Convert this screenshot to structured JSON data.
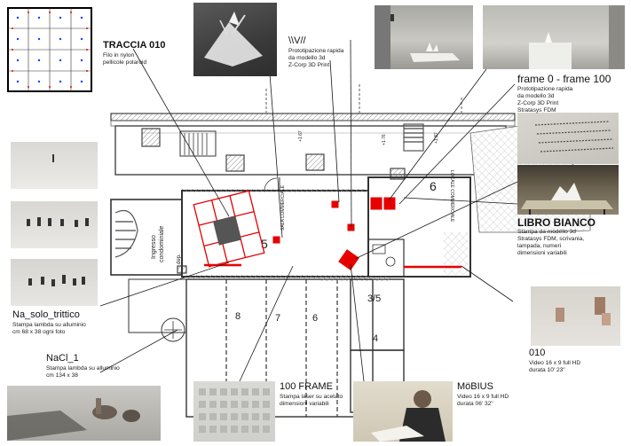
{
  "exhibits": {
    "traccia": {
      "title": "TRACCIA 010",
      "lines": [
        "Filo in nylon",
        "pellicole polaroid"
      ]
    },
    "vw": {
      "title": "\\\\V//",
      "lines": [
        "Prototipazione rapida",
        "da modello 3d",
        "Z-Corp 3D Print"
      ]
    },
    "frame": {
      "title": "frame 0 - frame 100",
      "lines": [
        "Prototipazione rapida",
        "da modello 3d",
        "Z-Corp 3D Print",
        "Stratasys FDM"
      ]
    },
    "libro": {
      "title": "LIBRO BIANCO",
      "lines": [
        "Stampa da modello 3d",
        "Stratasys FDM, scrivania,",
        "lampada, numeri",
        "dimensioni variabili"
      ]
    },
    "na_solo": {
      "title": "Na_solo_trittico",
      "lines": [
        "Stampa lambda su alluminio",
        "cm 68 x 38 ogni foto"
      ]
    },
    "nacl": {
      "title": "NaCl_1",
      "lines": [
        "Stampa lambda su alluminio",
        "cm 134 x 38"
      ]
    },
    "cento": {
      "title": "100 FRAME",
      "lines": [
        "Stampa laser su acetato",
        "dimensioni variabili"
      ]
    },
    "mobius": {
      "title": "MöBIUS",
      "lines": [
        "Video 16 x 9 full HD",
        "durata 06' 32\""
      ]
    },
    "video010": {
      "title": "010",
      "lines": [
        "Video 16 x 9 full HD",
        "durata 10' 23\""
      ]
    }
  },
  "plan": {
    "room5": "5",
    "room6": "6",
    "room35": "3/5",
    "room4": "4",
    "ingresso": "Ingresso",
    "condominiale": "condominiale",
    "dep": "dep.",
    "sala": "SALA COMMERCIALE",
    "locale": "LOCALE COMMERCIALE",
    "room8": "8",
    "room7": "7",
    "room6b": "6",
    "dim1": "+1.67",
    "dim2": "+1.76",
    "dim3": "+1.87"
  },
  "colors": {
    "accent": "#e60000",
    "line": "#1a1a1a",
    "plan": "#444444"
  }
}
